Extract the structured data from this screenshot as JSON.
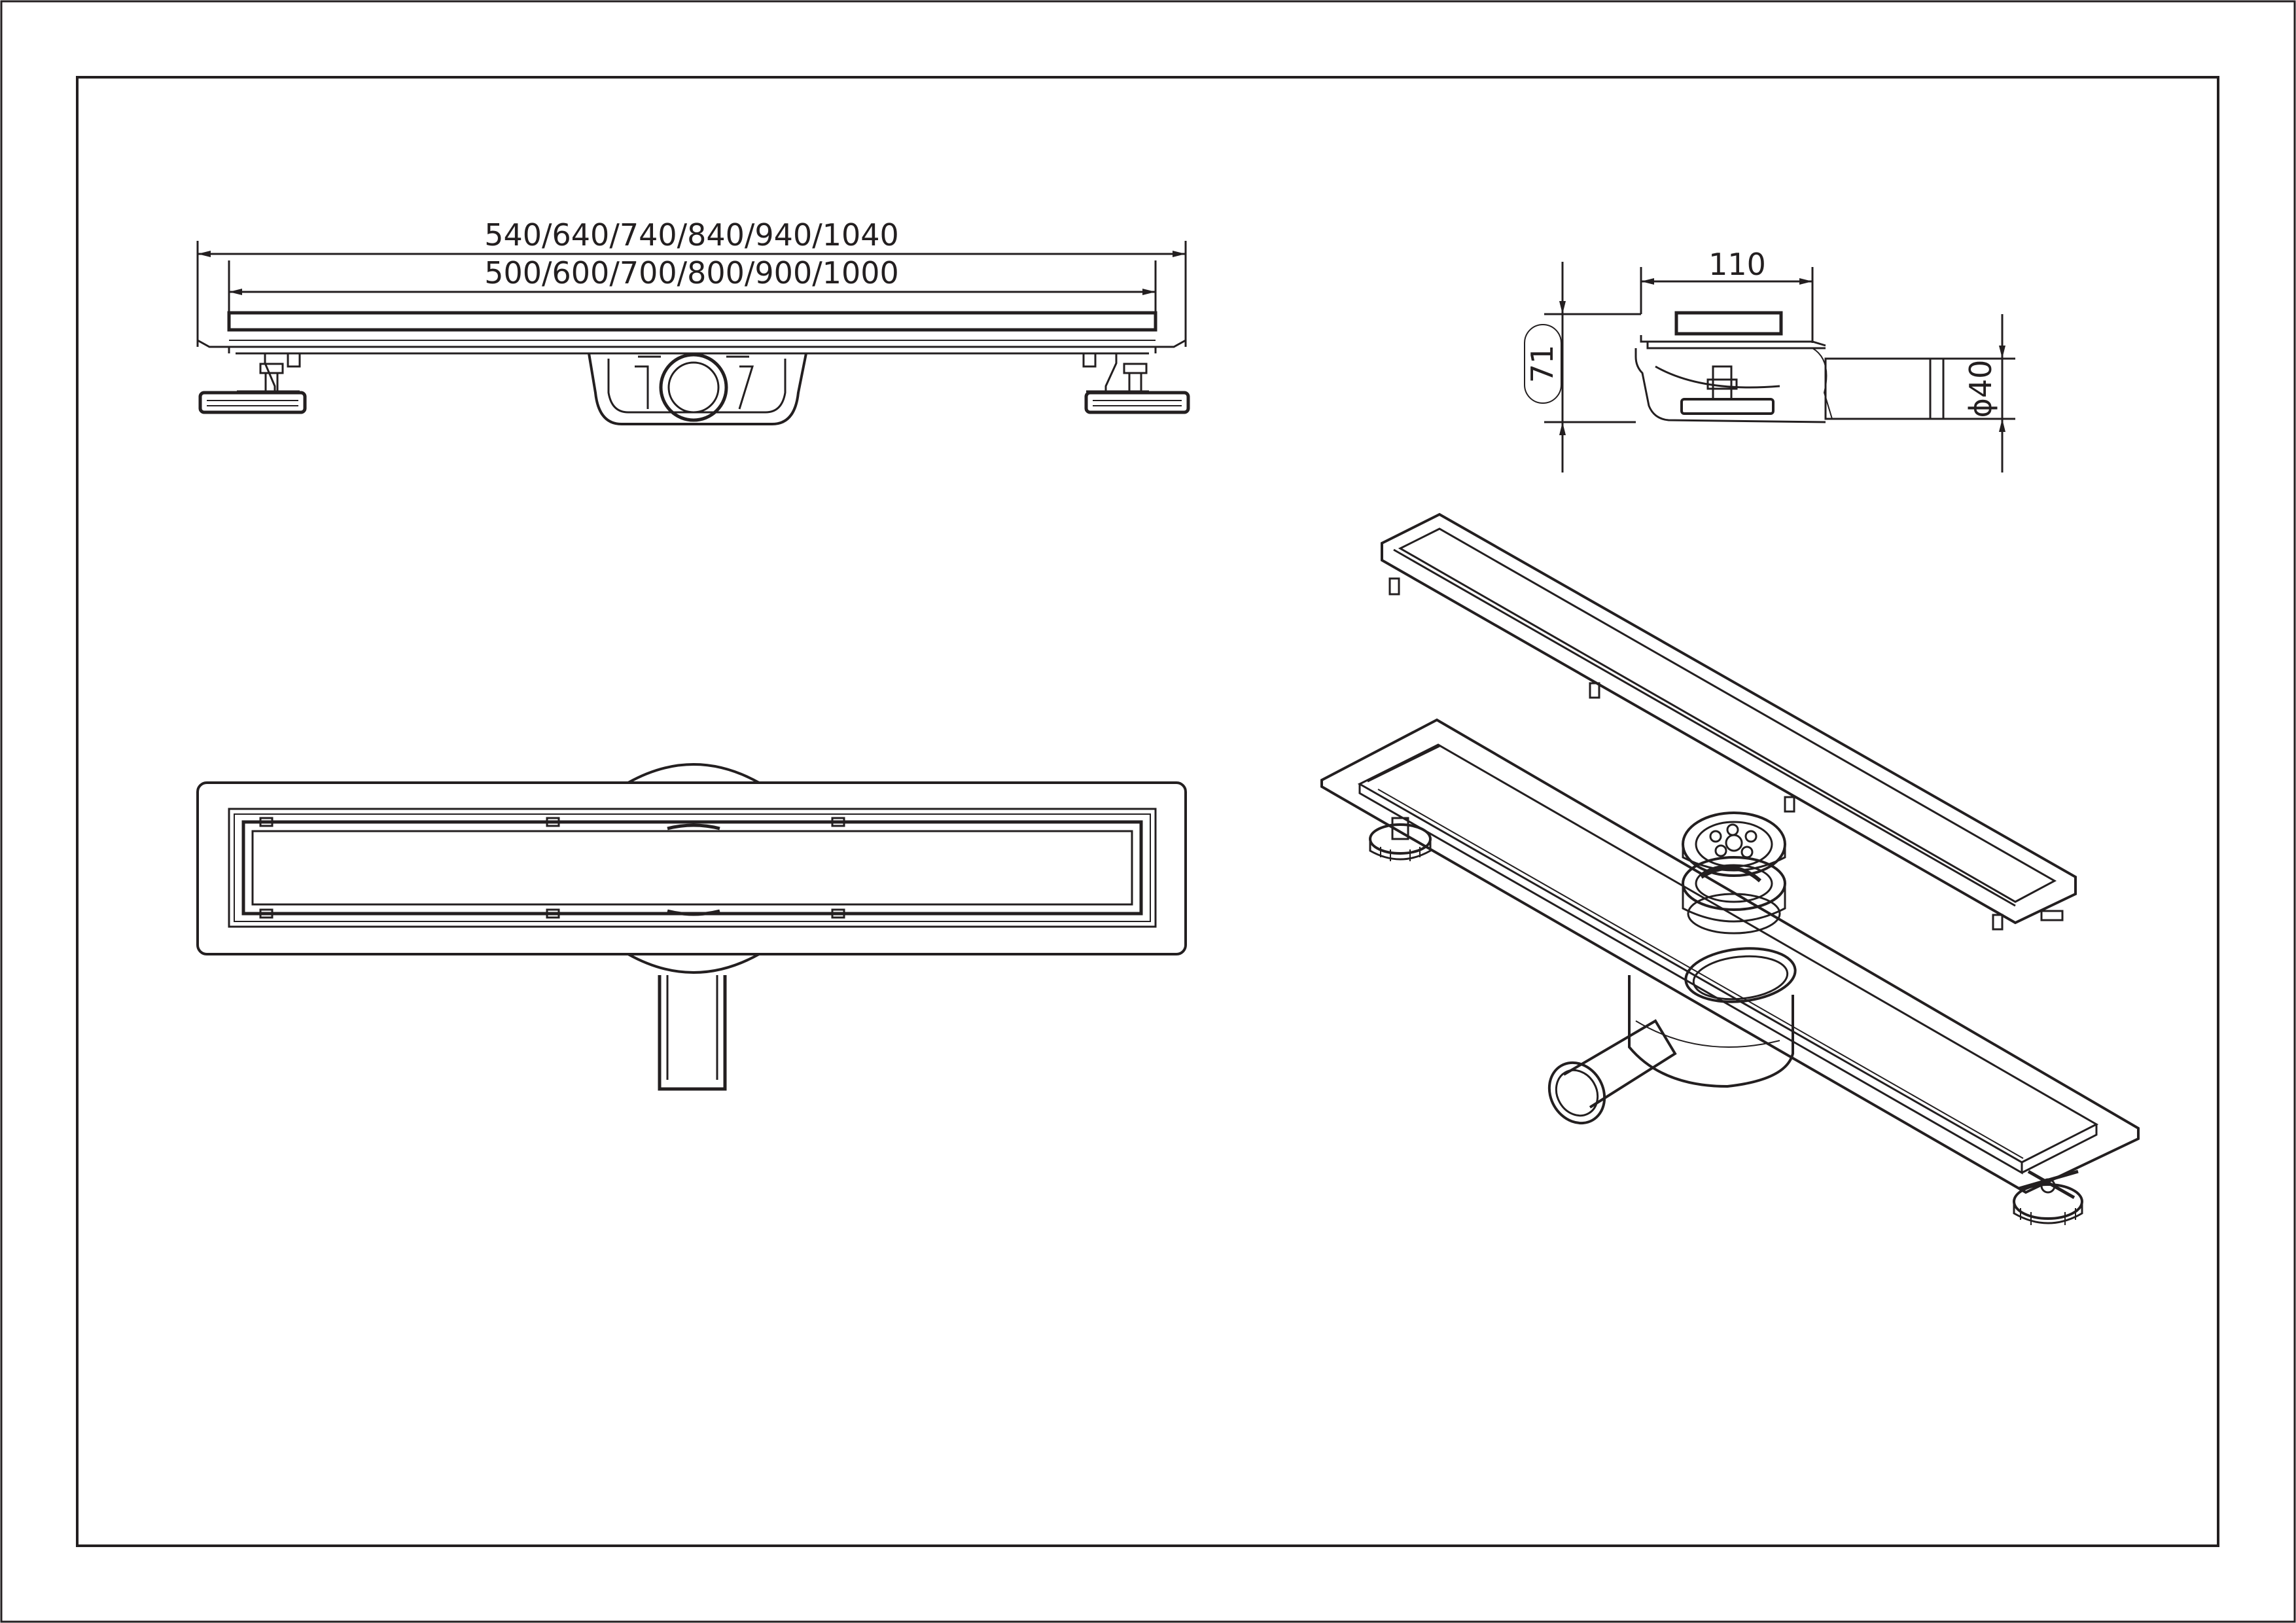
{
  "dimensions": {
    "overall_length": "540/640/740/840/940/1040",
    "channel_length": "500/600/700/800/900/1000",
    "width": "110",
    "height": "71",
    "outlet_diameter": "ϕ40"
  }
}
